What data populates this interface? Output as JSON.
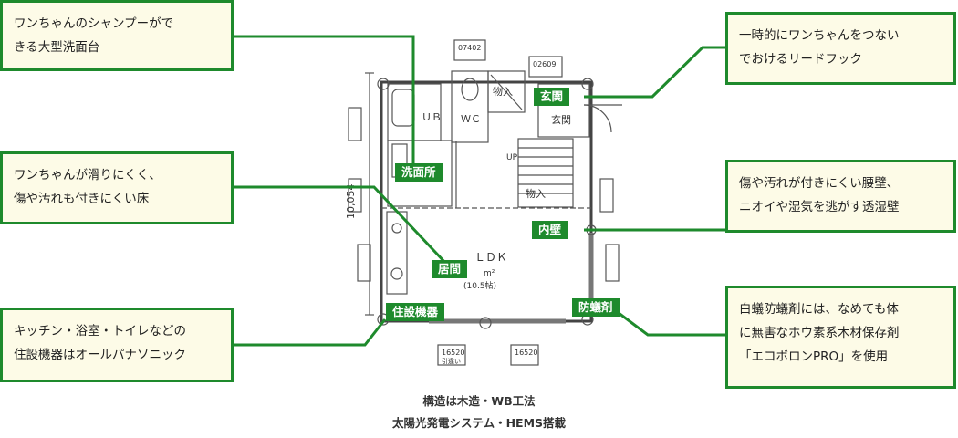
{
  "callouts": {
    "washstand": [
      "ワンちゃんのシャンプーがで",
      "きる大型洗面台"
    ],
    "floor": [
      "ワンちゃんが滑りにくく、",
      "傷や汚れも付きにくい床"
    ],
    "equipment": [
      "キッチン・浴室・トイレなどの",
      "住設機器はオールパナソニック"
    ],
    "hook": [
      "一時的にワンちゃんをつない",
      "でおけるリードフック"
    ],
    "wall": [
      "傷や汚れが付きにくい腰壁、",
      "ニオイや湿気を逃がす透湿壁"
    ],
    "termite": [
      "白蟻防蟻剤には、なめても体",
      "に無害なホウ素系木材保存剤",
      "「エコボロンPRO」を使用"
    ]
  },
  "tags": {
    "washroom": "洗面所",
    "living": "居間",
    "equipment": "住設機器",
    "entrance": "玄関",
    "interior_wall": "内壁",
    "termite": "防蟻剤"
  },
  "plan": {
    "ub": "ＵＢ",
    "wc": "ＷＣ",
    "storage_top": "物入",
    "entrance": "玄関",
    "up": "UP",
    "storage_mid": "物入",
    "ldk": "ＬＤＫ",
    "area_unit": "m²",
    "area_tatami": "(10.5帖)",
    "dim_height": "10,054",
    "note_07402": "07402",
    "note_02609": "02609",
    "note_16520_a": "16520",
    "note_16520_b": "16520",
    "note_hikichigai": "引違い"
  },
  "captions": {
    "line1": "構造は木造・WB工法",
    "line2": "太陽光発電システム・HEMS搭載"
  },
  "colors": {
    "brand_green": "#1e8a2c",
    "callout_bg": "#fdfbe7"
  }
}
